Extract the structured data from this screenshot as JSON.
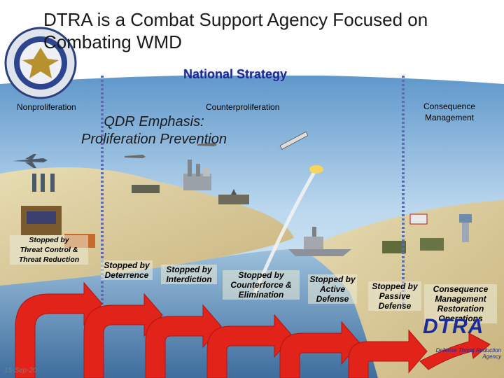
{
  "slide": {
    "title_line1": "DTRA is a Combat Support Agency Focused on",
    "title_line2": "Combating WMD",
    "banner": "National Strategy",
    "categories": {
      "nonproliferation": "Nonproliferation",
      "counterproliferation": "Counterproliferation",
      "consequence_line1": "Consequence",
      "consequence_line2": "Management"
    },
    "qdr_line1": "QDR Emphasis:",
    "qdr_line2": "Proliferation Prevention",
    "stages": [
      {
        "l1": "Stopped by",
        "l2": "Threat Control &",
        "l3": "Threat Reduction"
      },
      {
        "l1": "Stopped by",
        "l2": "Deterrence"
      },
      {
        "l1": "Stopped by",
        "l2": "Interdiction"
      },
      {
        "l1": "Stopped by",
        "l2": "Counterforce &",
        "l3": "Elimination"
      },
      {
        "l1": "Stopped by",
        "l2": "Active",
        "l3": "Defense"
      },
      {
        "l1": "Stopped by",
        "l2": "Passive",
        "l3": "Defense"
      },
      {
        "l1": "Consequence",
        "l2": "Management",
        "l3": "Restoration",
        "l4": "Operations"
      }
    ],
    "date": "15-Sep-20",
    "logo_text": "DTRA",
    "logo_tagline": "Defense Threat Reduction Agency"
  },
  "colors": {
    "title_text": "#1a1a1a",
    "banner_text": "#1c2a8c",
    "sky_top": "#6fa6d6",
    "sky_bottom": "#d4e6f3",
    "ground": "#d8c797",
    "sea": "#6f9fc6",
    "arrow_red": "#e2231a",
    "divider": "#5b6fae"
  },
  "icons": [
    "dod-seal-icon",
    "airplane-icon",
    "missile-icon",
    "ship-icon",
    "tank-icon",
    "factory-icon",
    "radar-icon",
    "hospital-icon",
    "control-tower-icon"
  ]
}
